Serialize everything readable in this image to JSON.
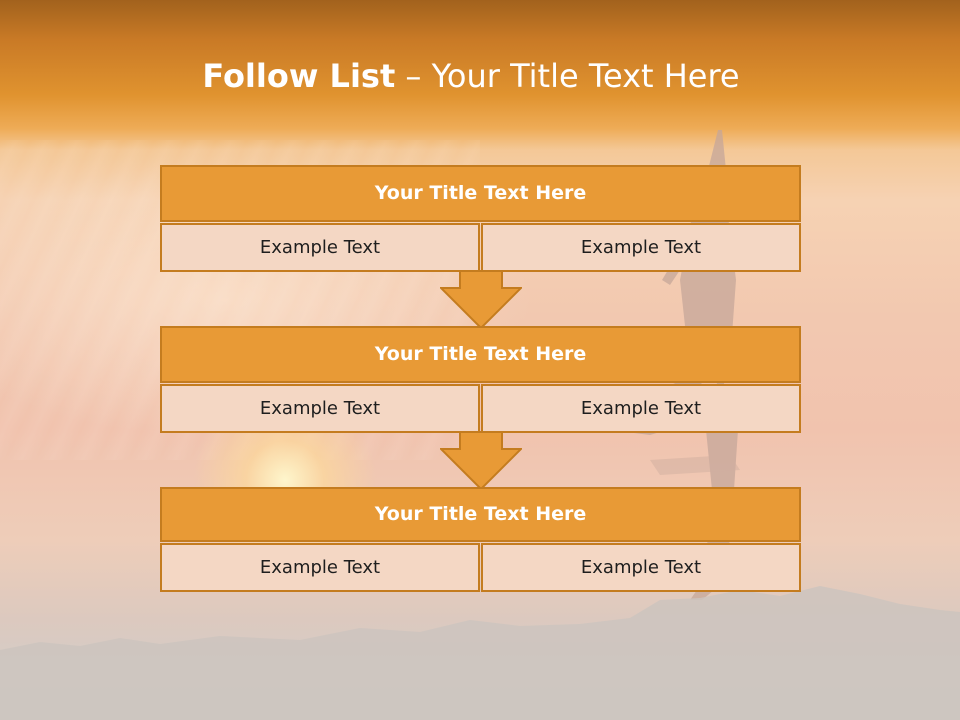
{
  "header": {
    "title_bold": "Follow List",
    "title_rest": " – Your Title Text Here"
  },
  "blocks": [
    {
      "title": "Your Title Text Here",
      "left_text": "Example Text",
      "right_text": "Example Text"
    },
    {
      "title": "Your Title Text Here",
      "left_text": "Example Text",
      "right_text": "Example Text"
    },
    {
      "title": "Your Title Text Here",
      "left_text": "Example Text",
      "right_text": "Example Text"
    }
  ],
  "colors": {
    "title_fill": "#e89a36",
    "cell_fill": "#f4d7c4",
    "border": "#c47c1f",
    "arrow_fill": "#e89a36"
  }
}
